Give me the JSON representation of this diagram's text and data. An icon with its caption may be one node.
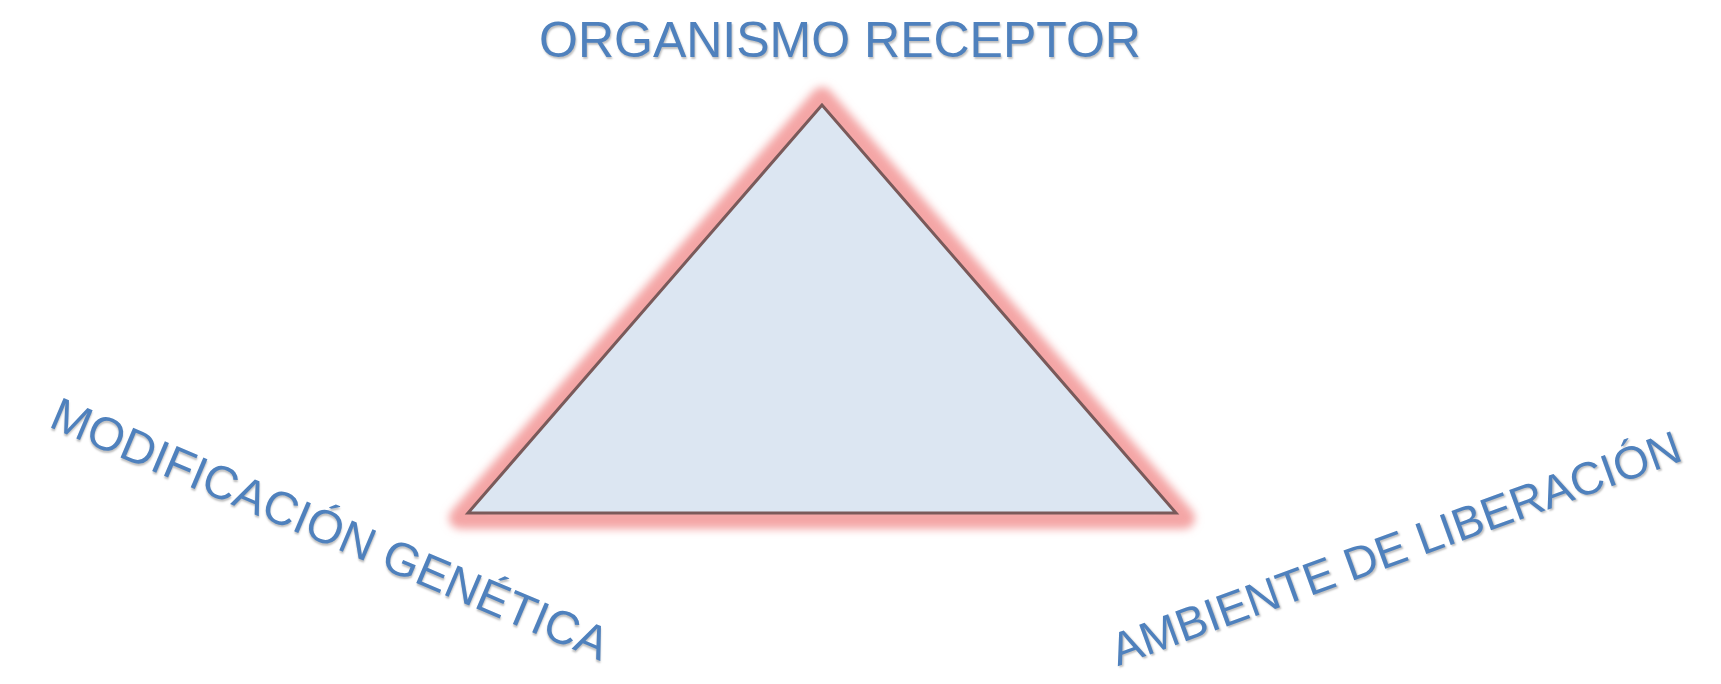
{
  "diagram": {
    "labels": [
      "ORGANISMO RECEPTOR",
      "MODIFICACIÓN GENÉTICA",
      "AMBIENTE DE LIBERACIÓN"
    ]
  }
}
